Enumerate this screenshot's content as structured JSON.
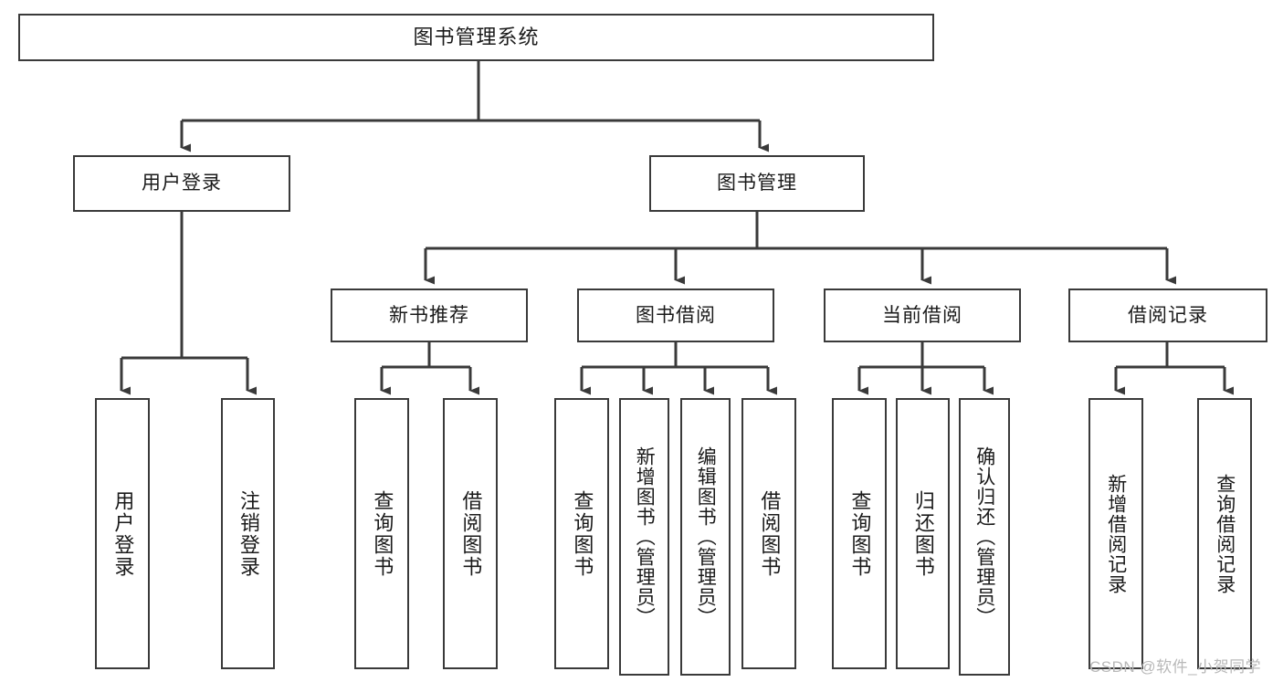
{
  "diagram": {
    "title": "图书管理系统",
    "type": "hierarchy-tree",
    "root": {
      "label": "图书管理系统"
    },
    "level2": [
      {
        "label": "用户登录"
      },
      {
        "label": "图书管理"
      }
    ],
    "level3": [
      {
        "label": "新书推荐"
      },
      {
        "label": "图书借阅"
      },
      {
        "label": "当前借阅"
      },
      {
        "label": "借阅记录"
      }
    ],
    "leaves": {
      "user_login": [
        {
          "label": "用户登录"
        },
        {
          "label": "注销登录"
        }
      ],
      "new_book_recommend": [
        {
          "label": "查询图书"
        },
        {
          "label": "借阅图书"
        }
      ],
      "book_borrow": [
        {
          "label": "查询图书"
        },
        {
          "label": "新增图书（管理员）"
        },
        {
          "label": "编辑图书（管理员）"
        },
        {
          "label": "借阅图书"
        }
      ],
      "current_borrow": [
        {
          "label": "查询图书"
        },
        {
          "label": "归还图书"
        },
        {
          "label": "确认归还（管理员）"
        }
      ],
      "borrow_record": [
        {
          "label": "新增借阅记录"
        },
        {
          "label": "查询借阅记录"
        }
      ]
    }
  },
  "watermark": {
    "text": "CSDN @软件_小贺同学"
  },
  "colors": {
    "stroke": "#3a3a3a",
    "fill": "#ffffff",
    "text": "#1a1a1a",
    "watermark": "#b9b9b9"
  }
}
